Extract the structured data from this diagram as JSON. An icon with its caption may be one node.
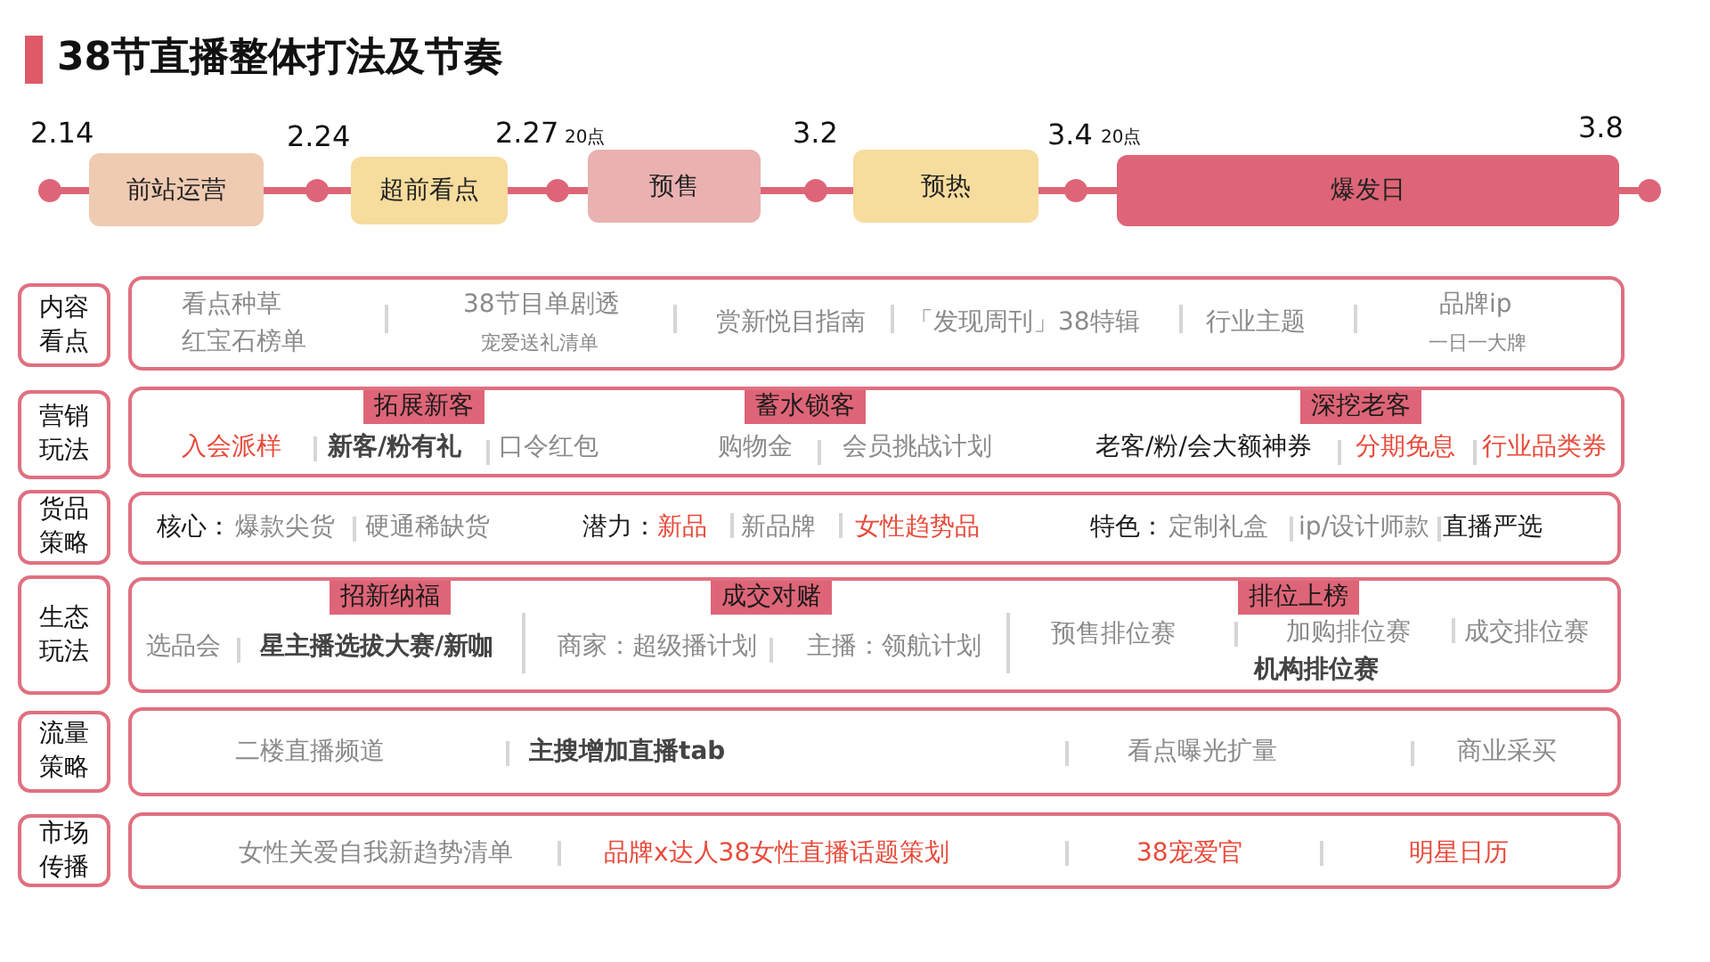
{
  "diagram": {
    "title": "38节直播整体打法及节奏",
    "nodes": [
      {
        "text": [
          "前站运营"
        ]
      },
      {
        "text": [
          "超前看点"
        ]
      },
      {
        "text": [
          "预售"
        ]
      },
      {
        "text": [
          "预热"
        ]
      },
      {
        "text": [
          "爆发日"
        ]
      },
      {
        "text": [
          "内容看点"
        ]
      },
      {
        "text": [
          "看点种草",
          "红宝石榜单",
          "38节目单剧透",
          "宠爱送礼清单",
          "赏新悦目指南",
          "「发现周刊」38特辑",
          "行业主题",
          "品牌ip",
          "一日一大牌"
        ]
      },
      {
        "text": [
          "营销玩法"
        ]
      },
      {
        "text": [
          "入会派样",
          "新客/粉有礼",
          "口令红包",
          "购物金",
          "会员挑战计划",
          "老客/粉/会大额神券",
          "分期免息",
          "行业品类券"
        ]
      },
      {
        "text": [
          "拓展新客"
        ],
        "in": 8
      },
      {
        "text": [
          "蓄水锁客"
        ],
        "in": 8
      },
      {
        "text": [
          "深挖老客"
        ],
        "in": 8
      },
      {
        "text": [
          "货品策略"
        ]
      },
      {
        "text": [
          "核心：",
          "爆款尖货",
          "硬通稀缺货",
          "潜力：",
          "新品",
          "新品牌",
          "女性趋势品",
          "特色：",
          "定制礼盒",
          "ip/设计师款",
          "直播严选"
        ]
      },
      {
        "text": [
          "生态玩法"
        ]
      },
      {
        "text": [
          "选品会",
          "星主播选拔大赛/新咖",
          "商家：超级播计划",
          "主播：领航计划",
          "预售排位赛",
          "加购排位赛",
          "机构排位赛",
          "成交排位赛"
        ]
      },
      {
        "text": [
          "招新纳福"
        ],
        "in": 15
      },
      {
        "text": [
          "成交对赌"
        ],
        "in": 15
      },
      {
        "text": [
          "排位上榜"
        ],
        "in": 15
      },
      {
        "text": [
          "流量策略"
        ]
      },
      {
        "text": [
          "二楼直播频道",
          "主搜增加直播tab",
          "看点曝光扩量",
          "商业采买"
        ]
      },
      {
        "text": [
          "市场传播"
        ]
      },
      {
        "text": [
          "女性关爱自我新趋势清单",
          "品牌x达人38女性直播话题策划",
          "38宠爱官",
          "明星日历"
        ]
      }
    ],
    "labels": [
      "2.14",
      "2.24",
      "2.27",
      "20点",
      "3.2",
      "3.4",
      "20点",
      "3.8"
    ]
  }
}
